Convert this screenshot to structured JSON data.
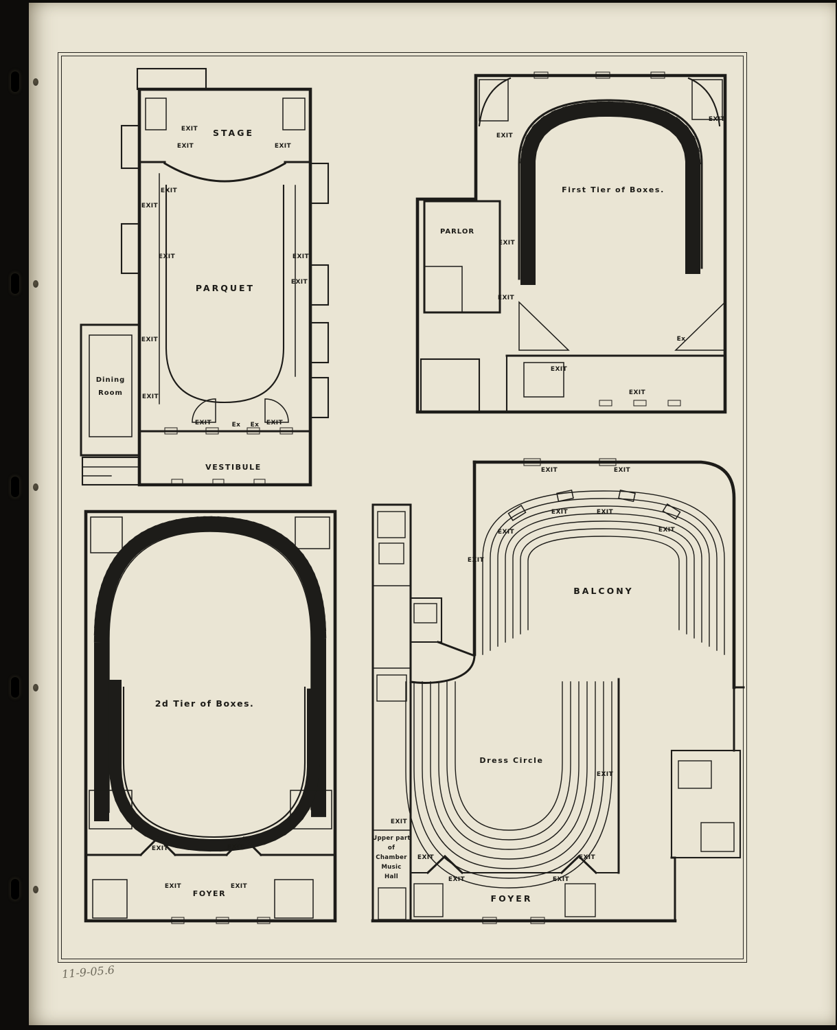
{
  "page": {
    "annotation": "11-9-05.6",
    "labels": {
      "exit": "EXIT",
      "ex": "Ex"
    },
    "plans": {
      "parquet": {
        "stage": "STAGE",
        "name": "PARQUET",
        "dining_line1": "Dining",
        "dining_line2": "Room",
        "vestibule": "VESTIBULE"
      },
      "first_tier": {
        "name": "First Tier of Boxes.",
        "parlor": "PARLOR"
      },
      "second_tier": {
        "name": "2d Tier of Boxes.",
        "foyer": "FOYER"
      },
      "balcony_level": {
        "balcony": "BALCONY",
        "dress_circle": "Dress Circle",
        "foyer": "FOYER",
        "chamber": [
          "Upper part",
          "of",
          "Chamber",
          "Music",
          "Hall"
        ]
      }
    }
  }
}
